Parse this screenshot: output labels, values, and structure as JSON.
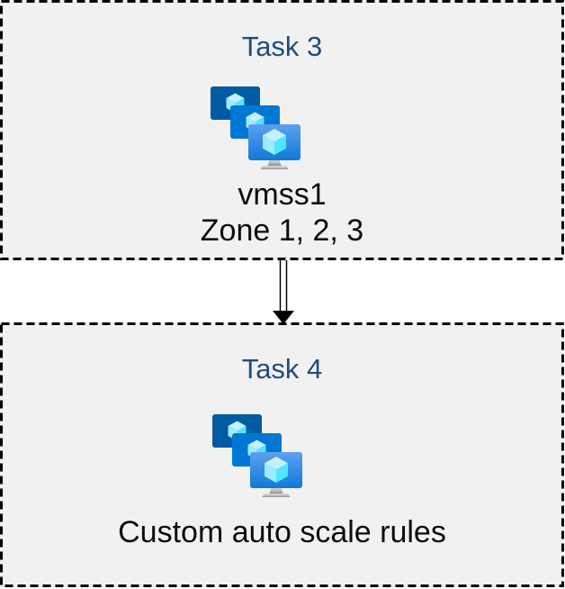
{
  "diagram": {
    "type": "task-flow",
    "tasks": [
      {
        "title": "Task 3",
        "icon": "vm-scale-sets-icon",
        "labels": [
          "vmss1",
          "Zone 1, 2, 3"
        ]
      },
      {
        "title": "Task 4",
        "icon": "vm-scale-sets-icon",
        "labels": [
          "Custom auto scale rules"
        ]
      }
    ],
    "connector": {
      "type": "double-line-arrow",
      "direction": "down",
      "from": "Task 3",
      "to": "Task 4"
    }
  },
  "colors": {
    "page_bg": "#ffffff",
    "box_bg": "#f1f1f1",
    "box_border": "#000000",
    "task_title": "#1f4e79",
    "body_text": "#0d0d0d",
    "arrow": "#000000",
    "icon_screen_back": "#005ba1",
    "icon_screen_middle": "#0078d4",
    "icon_screen_front_top": "#5ea0ef",
    "icon_screen_front_bottom": "#0f7ad7",
    "icon_cube_top": "#c3f1ff",
    "icon_cube_left": "#9cebff",
    "icon_cube_right": "#50e6ff",
    "icon_stand_light": "#d9d9d9",
    "icon_stand_dark": "#8f8f8f"
  }
}
